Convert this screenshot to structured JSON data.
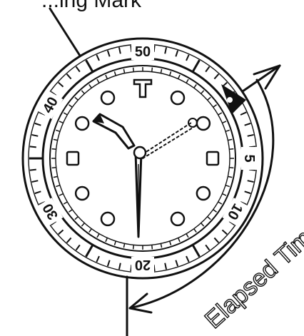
{
  "top_label": "...ing Mark",
  "elapsed_label": "Elapsed Time",
  "bezel": {
    "numbers": [
      {
        "text": "50",
        "angle": 0
      },
      {
        "text": "5",
        "angle": 90
      },
      {
        "text": "10",
        "angle": 120
      },
      {
        "text": "20",
        "angle": 180
      },
      {
        "text": "30",
        "angle": 240
      },
      {
        "text": "40",
        "angle": 300
      }
    ]
  },
  "hands": {
    "hour": "10:00",
    "minute": "6:00",
    "seconds": "about 14"
  }
}
